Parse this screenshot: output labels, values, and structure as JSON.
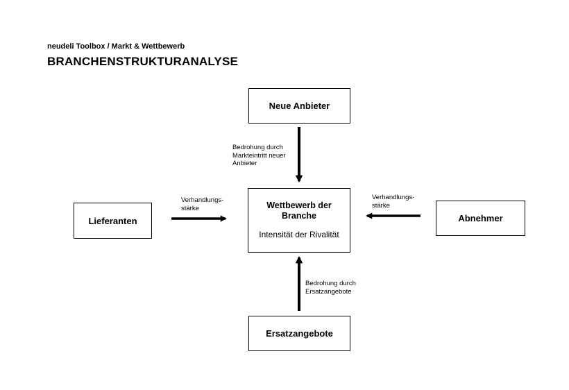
{
  "header": {
    "breadcrumb": "neudeli Toolbox  / Markt & Wettbewerb",
    "title": "BRANCHENSTRUKTURANALYSE"
  },
  "diagram": {
    "nodes": {
      "top": "Neue Anbieter",
      "left": "Lieferanten",
      "right": "Abnehmer",
      "bottom": "Ersatzangebote",
      "center_title": "Wettbewerb der Branche",
      "center_subtitle": "Intensität der Rivalität"
    },
    "edge_labels": {
      "top": "Bedrohung durch\nMarkteintritt neuer\nAnbieter",
      "left": "Verhandlungs-\nstärke",
      "right": "Verhandlungs-\nstärke",
      "bottom": "Bedrohung durch\nErsatzangebote"
    },
    "colors": {
      "line": "#000000",
      "background": "#ffffff"
    }
  }
}
